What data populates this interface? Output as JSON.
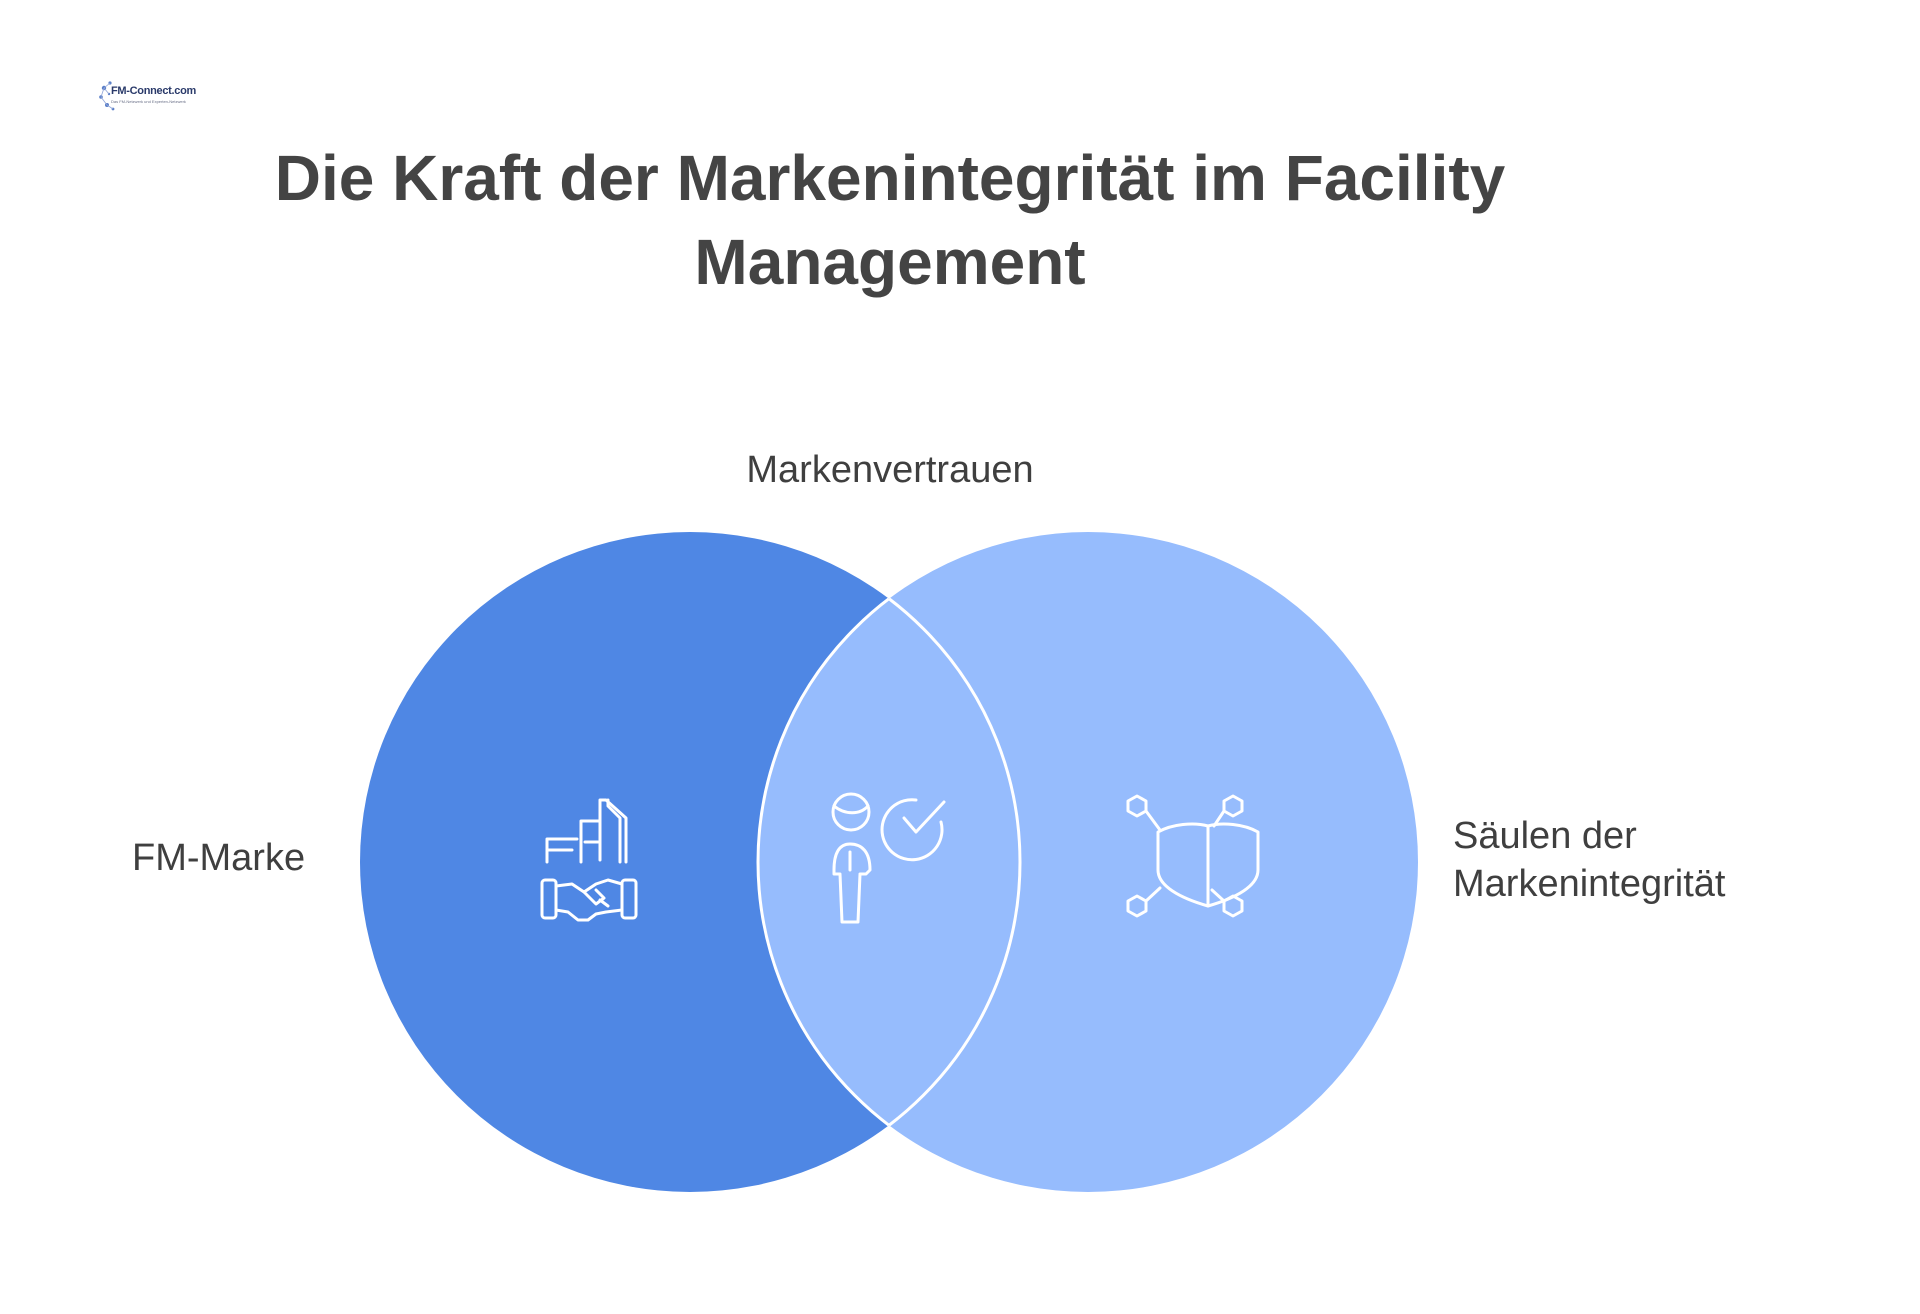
{
  "logo": {
    "name": "FM-Connect.com",
    "tagline": "Das FM-Netzwerk und Experten-Netzwerk"
  },
  "title": "Die Kraft der Markenintegrität im Facility Management",
  "diagram": {
    "type": "venn",
    "sets": [
      {
        "id": "left",
        "label": "FM-Marke",
        "color": "#4f87e4",
        "icon": "building-handshake-icon"
      },
      {
        "id": "right",
        "label": "Säulen der Markenintegrität",
        "color": "#96bcfd",
        "icon": "shield-network-icon"
      }
    ],
    "intersection": {
      "label": "Markenvertrauen",
      "color": "#96bcfd",
      "icon": "person-check-icon"
    },
    "outline_color": "#ffffff",
    "icon_color": "#ffffff"
  }
}
